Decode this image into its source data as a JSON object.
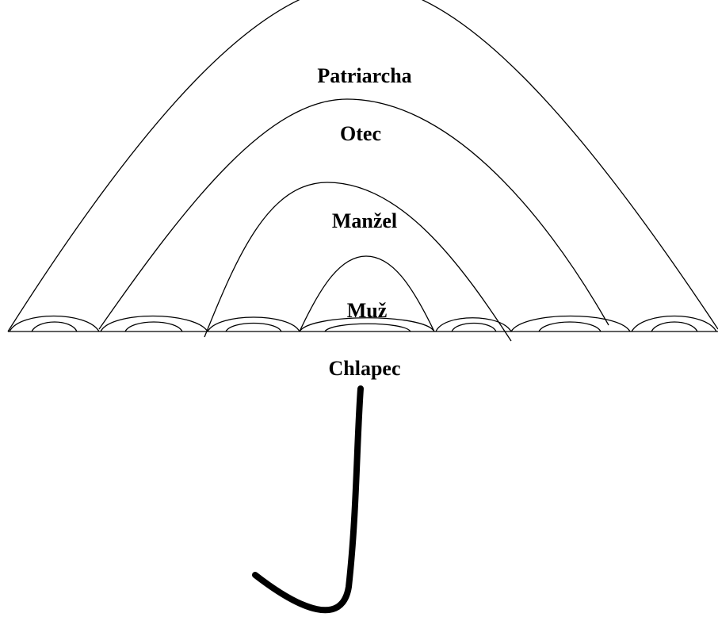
{
  "labels": {
    "patriarch": "Patriarcha",
    "father": "Otec",
    "husband": "Manžel",
    "man": "Muž",
    "boy": "Chlapec"
  }
}
